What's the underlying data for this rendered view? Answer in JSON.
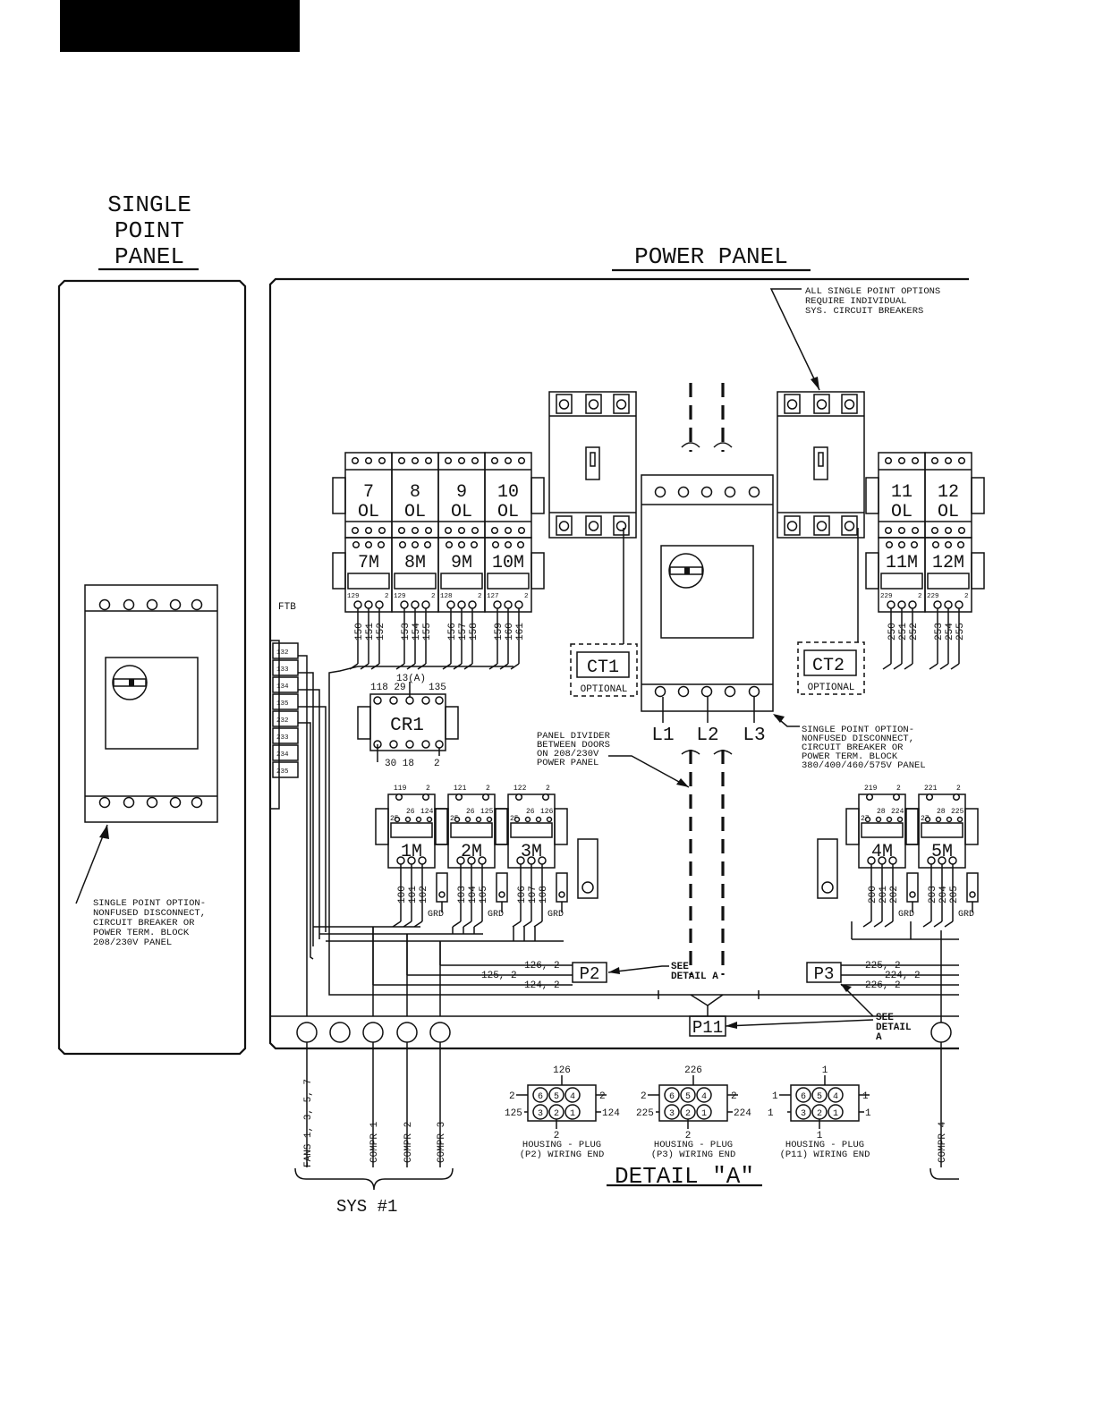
{
  "titles": {
    "single_point_line1": "SINGLE",
    "single_point_line2": "POINT",
    "single_point_line3": "PANEL",
    "power_panel": "POWER PANEL",
    "detail": "DETAIL \"A\""
  },
  "notes": {
    "all_single_point": [
      "ALL SINGLE POINT OPTIONS",
      "REQUIRE INDIVIDUAL",
      "SYS. CIRCUIT BREAKERS"
    ],
    "single_point_right": [
      "SINGLE POINT OPTION-",
      "NONFUSED DISCONNECT,",
      "CIRCUIT BREAKER OR",
      "POWER TERM. BLOCK",
      "380/400/460/575V PANEL"
    ],
    "single_point_left": [
      "SINGLE POINT OPTION-",
      "NONFUSED DISCONNECT,",
      "CIRCUIT BREAKER OR",
      "POWER TERM. BLOCK",
      "208/230V PANEL"
    ],
    "panel_divider": [
      "PANEL DIVIDER",
      "BETWEEN DOORS",
      "ON 208/230V",
      "POWER PANEL"
    ],
    "see_detail_p2": [
      "SEE",
      "DETAIL A"
    ],
    "see_detail_p3": [
      "SEE",
      "DETAIL",
      "A"
    ]
  },
  "ftb": {
    "label": "FTB",
    "terminals": [
      "132",
      "133",
      "134",
      "135",
      "232",
      "233",
      "234",
      "235"
    ]
  },
  "overloads_left": [
    {
      "num": "7",
      "tag": "OL"
    },
    {
      "num": "8",
      "tag": "OL"
    },
    {
      "num": "9",
      "tag": "OL"
    },
    {
      "num": "10",
      "tag": "OL"
    }
  ],
  "overloads_right": [
    {
      "num": "11",
      "tag": "OL"
    },
    {
      "num": "12",
      "tag": "OL"
    }
  ],
  "fan_contactors_left": [
    {
      "name": "7M",
      "a": "129",
      "b": "2",
      "wires": [
        "150",
        "151",
        "152"
      ]
    },
    {
      "name": "8M",
      "a": "129",
      "b": "2",
      "wires": [
        "153",
        "154",
        "155"
      ]
    },
    {
      "name": "9M",
      "a": "128",
      "b": "2",
      "wires": [
        "156",
        "157",
        "158"
      ]
    },
    {
      "name": "10M",
      "a": "127",
      "b": "2",
      "wires": [
        "159",
        "160",
        "161"
      ]
    }
  ],
  "fan_contactors_right": [
    {
      "name": "11M",
      "a": "229",
      "b": "2",
      "wires": [
        "250",
        "251",
        "252"
      ]
    },
    {
      "name": "12M",
      "a": "229",
      "b": "2",
      "wires": [
        "253",
        "254",
        "255"
      ]
    }
  ],
  "ct": {
    "ct1": "CT1",
    "ct2": "CT2",
    "optional": "OPTIONAL"
  },
  "lines": [
    "L1",
    "L2",
    "L3"
  ],
  "cr1": {
    "name": "CR1",
    "top_left": "118 29",
    "top_mid": "13(A)",
    "top_right": "135",
    "bot_left": "30 18",
    "bot_right": "2"
  },
  "compressor_contactors_left": [
    {
      "name": "1M",
      "top_a": "119",
      "top_b": "2",
      "mid": [
        "25",
        "26",
        "124"
      ],
      "wires": [
        "100",
        "101",
        "102"
      ],
      "grd": "GRD"
    },
    {
      "name": "2M",
      "top_a": "121",
      "top_b": "2",
      "mid": [
        "25",
        "26",
        "125"
      ],
      "wires": [
        "103",
        "104",
        "105"
      ],
      "grd": "GRD"
    },
    {
      "name": "3M",
      "top_a": "122",
      "top_b": "2",
      "mid": [
        "25",
        "26",
        "126"
      ],
      "wires": [
        "106",
        "107",
        "108"
      ],
      "grd": "GRD"
    }
  ],
  "compressor_contactors_right": [
    {
      "name": "4M",
      "top_a": "219",
      "top_b": "2",
      "mid": [
        "27",
        "28",
        "224"
      ],
      "wires": [
        "200",
        "201",
        "202"
      ],
      "grd": "GRD"
    },
    {
      "name": "5M",
      "top_a": "221",
      "top_b": "2",
      "mid": [
        "27",
        "28",
        "225"
      ],
      "wires": [
        "203",
        "204",
        "205"
      ],
      "grd": "GRD"
    }
  ],
  "plugs": {
    "p2": "P2",
    "p3": "P3",
    "p11": "P11",
    "p2_wires": [
      "126, 2",
      "125, 2",
      "124, 2"
    ],
    "p3_wires": [
      "225, 2",
      "224, 2",
      "226, 2"
    ],
    "p11_tick": "1"
  },
  "bottom_labels": [
    "FANS 1, 3, 5, 7",
    "COMPR 1",
    "COMPR 2",
    "COMPR 3",
    "COMPR 4"
  ],
  "sys_label": "SYS #1",
  "housings": [
    {
      "top": "126",
      "left_top": "2",
      "right_top": "2",
      "left_bot": "125",
      "right_bot": "124",
      "bottom": "2",
      "pins": [
        "6",
        "5",
        "4",
        "3",
        "2",
        "1"
      ],
      "caption1": "HOUSING - PLUG",
      "caption2": "(P2) WIRING END"
    },
    {
      "top": "226",
      "left_top": "2",
      "right_top": "2",
      "left_bot": "225",
      "right_bot": "224",
      "bottom": "2",
      "pins": [
        "6",
        "5",
        "4",
        "3",
        "2",
        "1"
      ],
      "caption1": "HOUSING - PLUG",
      "caption2": "(P3) WIRING END"
    },
    {
      "top": "1",
      "left_top": "1",
      "right_top": "1",
      "left_bot": "1",
      "right_bot": "1",
      "bottom": "1",
      "pins": [
        "6",
        "5",
        "4",
        "3",
        "2",
        "1"
      ],
      "caption1": "HOUSING - PLUG",
      "caption2": "(P11) WIRING END"
    }
  ]
}
